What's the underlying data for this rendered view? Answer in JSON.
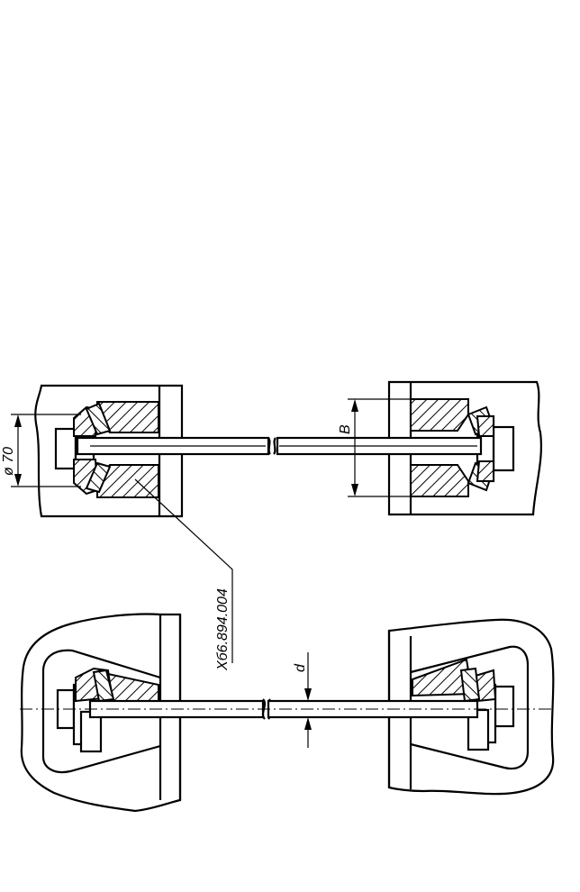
{
  "labels": {
    "diameter": "ø 70",
    "width": "B",
    "part_number": "Хб6.894.004",
    "wire": "d"
  },
  "colors": {
    "ink": "#000000",
    "paper": "#ffffff"
  }
}
